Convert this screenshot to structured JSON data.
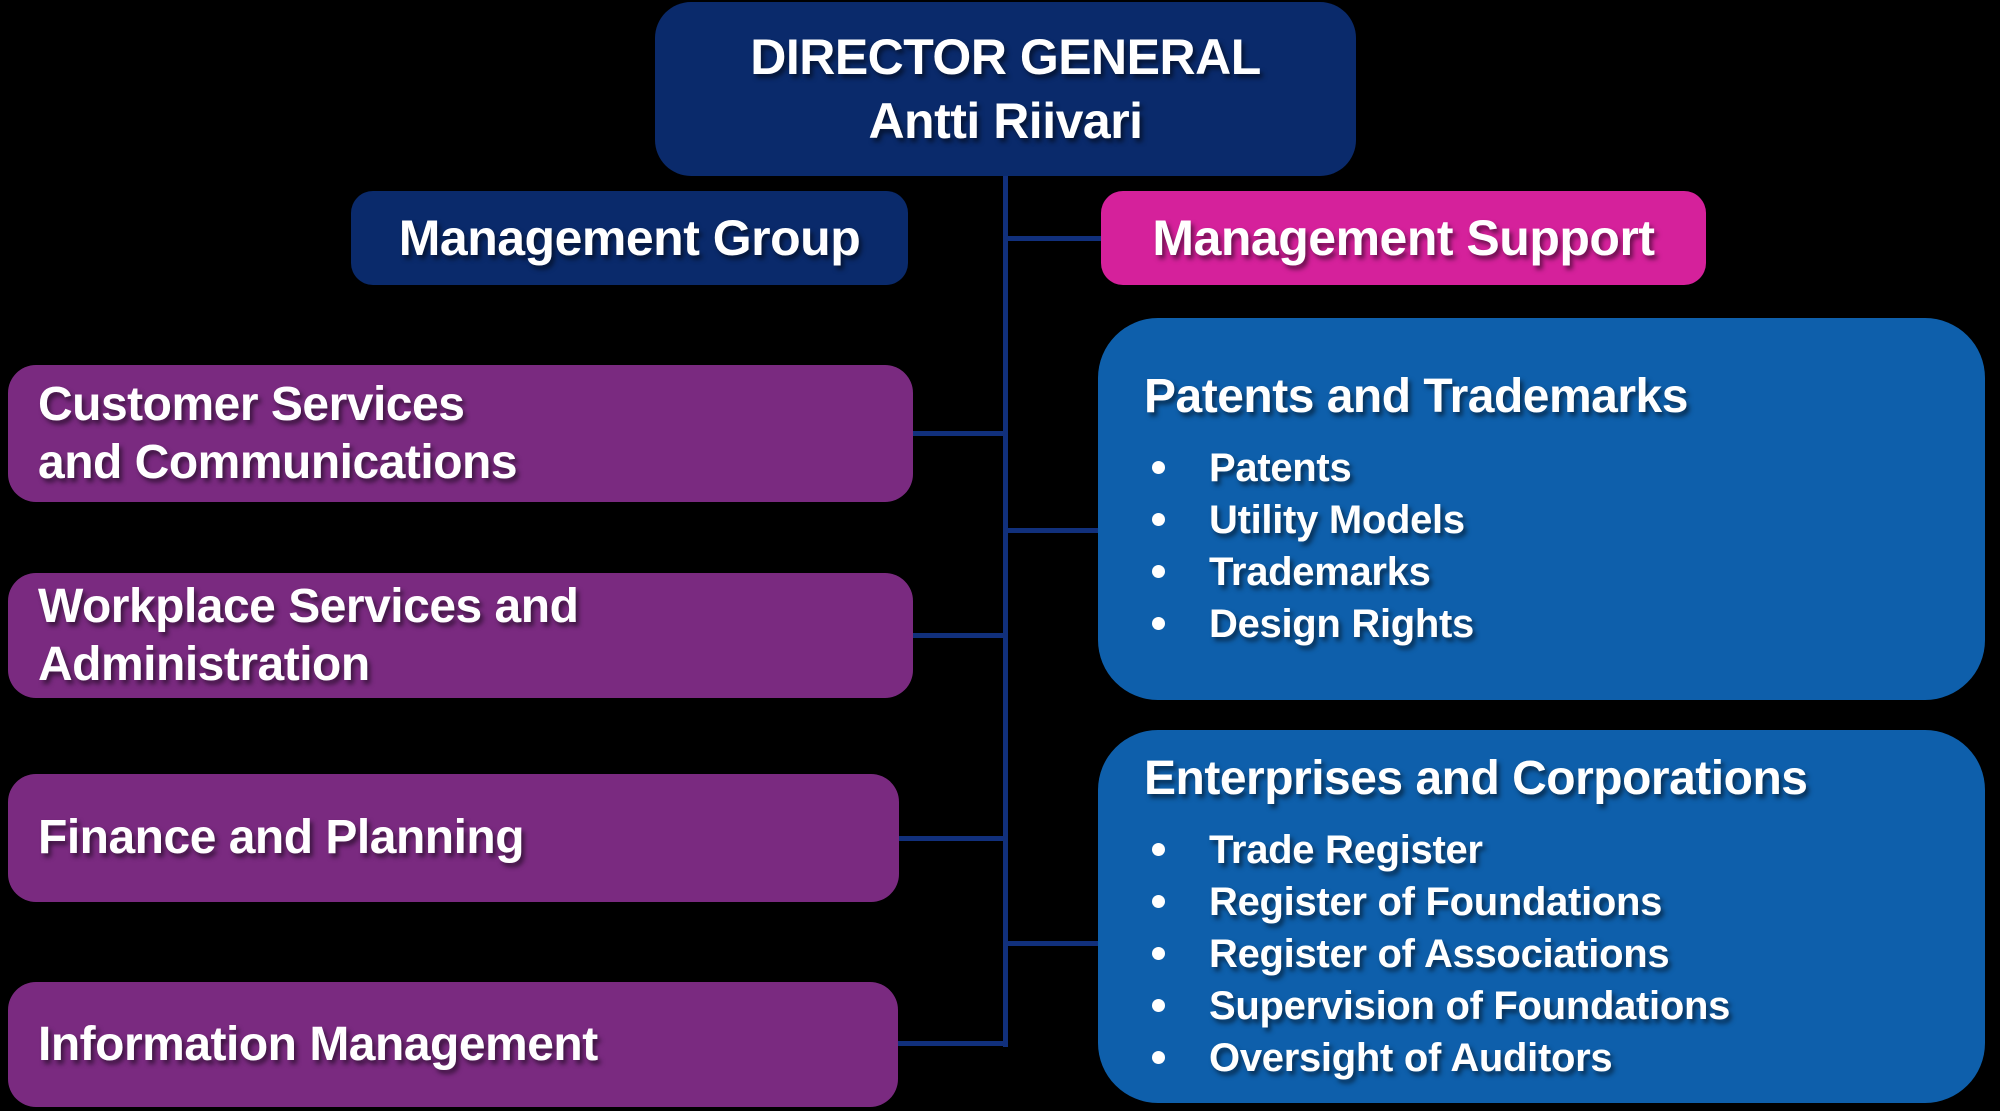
{
  "palette": {
    "background": "#000000",
    "navy": "#0a2a6b",
    "pink": "#d5219b",
    "purple": "#7a2a80",
    "blue": "#0e5fab",
    "line": "#11307c",
    "text": "#ffffff"
  },
  "director": {
    "title": "DIRECTOR GENERAL",
    "name": "Antti Riivari"
  },
  "headers": {
    "management_group": "Management Group",
    "management_support": "Management Support"
  },
  "left_units": [
    {
      "lines": [
        "Customer Services",
        "and Communications"
      ]
    },
    {
      "lines": [
        "Workplace Services and",
        "Administration"
      ]
    },
    {
      "lines": [
        "Finance and Planning"
      ]
    },
    {
      "lines": [
        "Information Management"
      ]
    }
  ],
  "right_units": [
    {
      "title": "Patents and Trademarks",
      "items": [
        "Patents",
        "Utility Models",
        "Trademarks",
        "Design Rights"
      ]
    },
    {
      "title": "Enterprises and Corporations",
      "items": [
        "Trade Register",
        "Register of Foundations",
        "Register of Associations",
        "Supervision of Foundations",
        "Oversight of Auditors"
      ]
    }
  ]
}
